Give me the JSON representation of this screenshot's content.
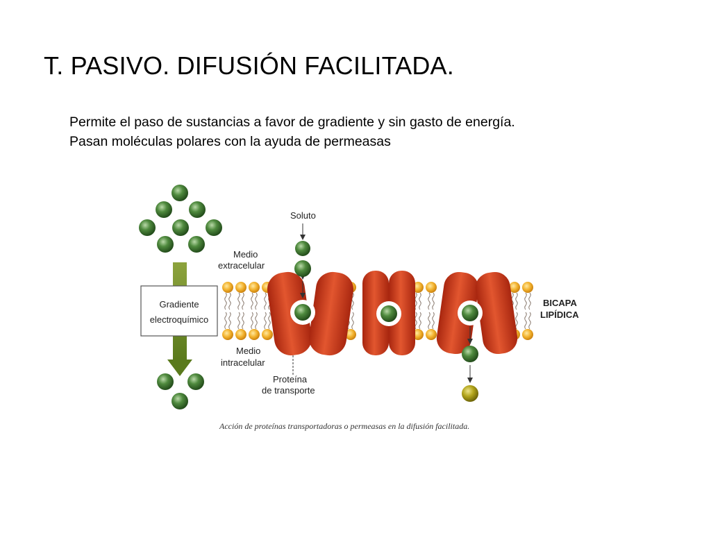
{
  "slide": {
    "title": "T. PASIVO. DIFUSIÓN FACILITADA.",
    "bullets": [
      "Permite el paso de sustancias a favor de gradiente y sin gasto de energía.",
      "Pasan moléculas polares con la ayuda de permeasas"
    ]
  },
  "figure": {
    "labels": {
      "soluto": "Soluto",
      "medio_extra_1": "Medio",
      "medio_extra_2": "extracelular",
      "gradiente_1": "Gradiente",
      "gradiente_2": "electroquímico",
      "medio_intra_1": "Medio",
      "medio_intra_2": "intracelular",
      "proteina_1": "Proteína",
      "proteina_2": "de transporte",
      "bicapa_1": "BICAPA",
      "bicapa_2": "LIPÍDICA"
    },
    "caption": "Acción de proteínas transportadoras o permeasas en la difusión facilitada.",
    "colors": {
      "molecule": "#3e7a32",
      "released_molecule": "#b3a51c",
      "protein": "#d2452a",
      "lipid_head": "#f2b12c",
      "arrow": "#6b8a2a"
    }
  }
}
